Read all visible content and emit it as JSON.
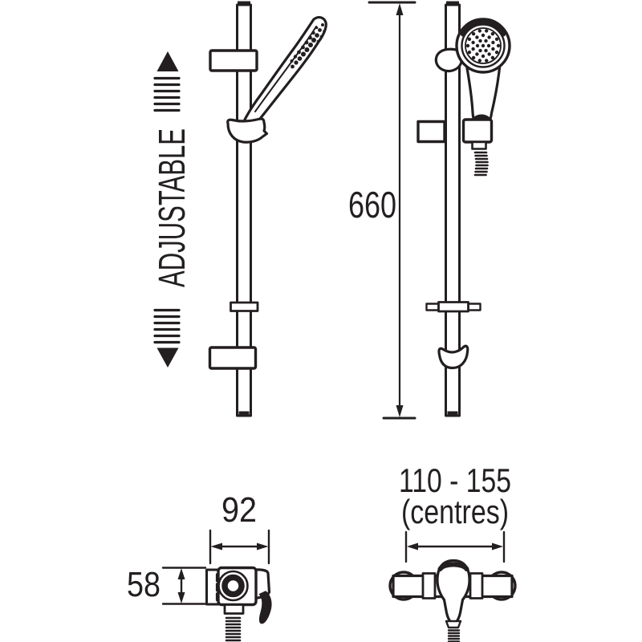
{
  "labels": {
    "adjustable": "ADJUSTABLE"
  },
  "dimensions": {
    "rail_length": "660",
    "valve_width": "92",
    "valve_height": "58",
    "fixing_centres": "110 - 155",
    "fixing_centres_caption": "(centres)"
  },
  "colors": {
    "line": "#231f20",
    "background": "#ffffff"
  }
}
